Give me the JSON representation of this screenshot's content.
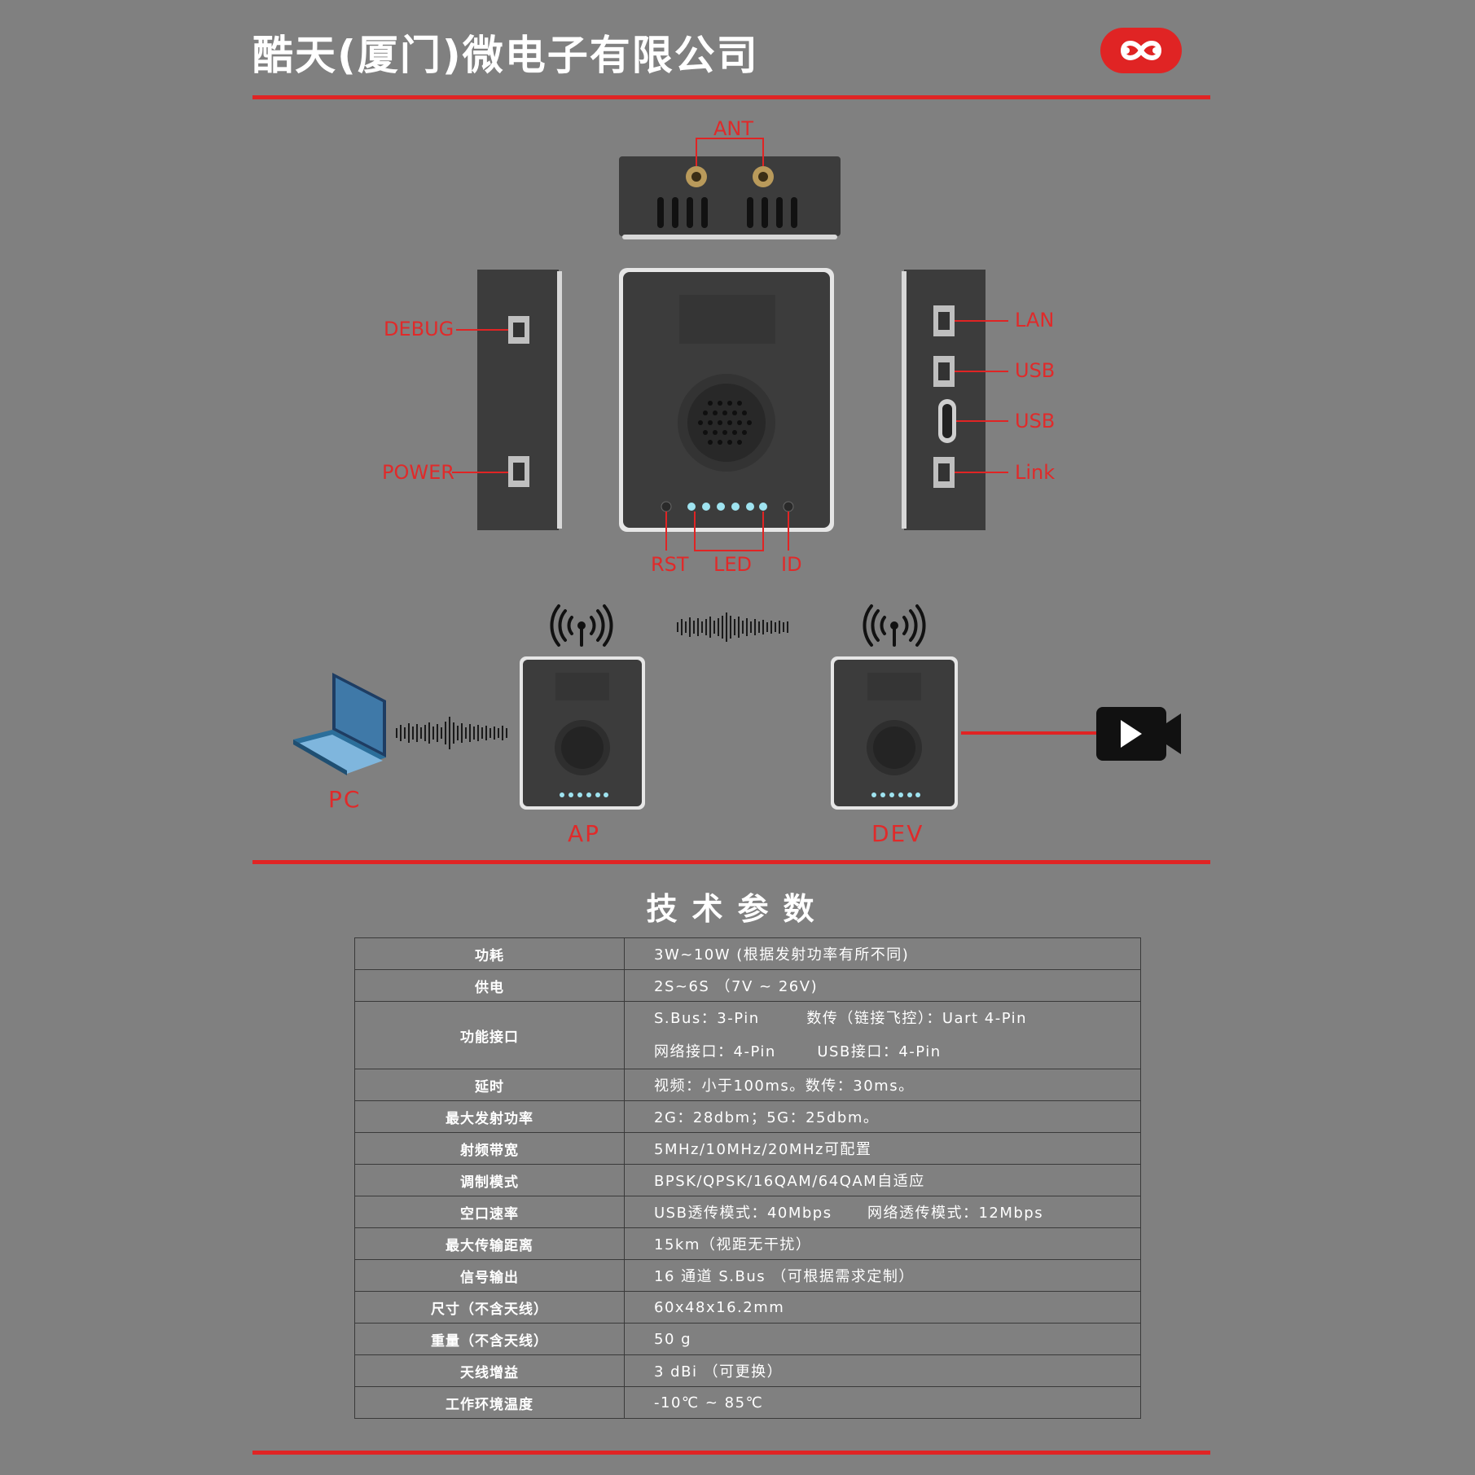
{
  "header": {
    "company": "酷天(厦门)微电子有限公司",
    "logo_icon": "infinity-logo-icon",
    "accent": "#e02424"
  },
  "labels": {
    "ant": "ANT",
    "debug": "DEBUG",
    "power": "POWER",
    "lan": "LAN",
    "usb1": "USB",
    "usb2": "USB",
    "link": "Link",
    "rst": "RST",
    "led": "LED",
    "id": "ID"
  },
  "topology": {
    "pc": "PC",
    "ap": "AP",
    "dev": "DEV"
  },
  "specs": {
    "title": "技术参数",
    "rows": [
      {
        "key": "功耗",
        "value": "3W~10W (根据发射功率有所不同)"
      },
      {
        "key": "供电",
        "value": "2S~6S （7V ~ 26V)"
      },
      {
        "key": "功能接口",
        "lines": [
          "S.Bus：3-Pin        数传（链接飞控）：Uart 4-Pin",
          "网络接口：4-Pin       USB接口：4-Pin"
        ]
      },
      {
        "key": "延时",
        "value": "视频：小于100ms。数传：30ms。"
      },
      {
        "key": "最大发射功率",
        "value": "2G：28dbm；5G：25dbm。"
      },
      {
        "key": "射频带宽",
        "value": "5MHz/10MHz/20MHz可配置"
      },
      {
        "key": "调制模式",
        "value": "BPSK/QPSK/16QAM/64QAM自适应"
      },
      {
        "key": "空口速率",
        "value": "USB透传模式：40Mbps      网络透传模式：12Mbps"
      },
      {
        "key": "最大传输距离",
        "value": "15km（视距无干扰）"
      },
      {
        "key": "信号输出",
        "value": "16 通道 S.Bus （可根据需求定制）"
      },
      {
        "key": "尺寸（不含天线）",
        "value": "60x48x16.2mm"
      },
      {
        "key": "重量（不含天线）",
        "value": "50 g"
      },
      {
        "key": "天线增益",
        "value": "3 dBi （可更换）"
      },
      {
        "key": "工作环境温度",
        "value": "-10℃ ~ 85℃"
      }
    ]
  }
}
